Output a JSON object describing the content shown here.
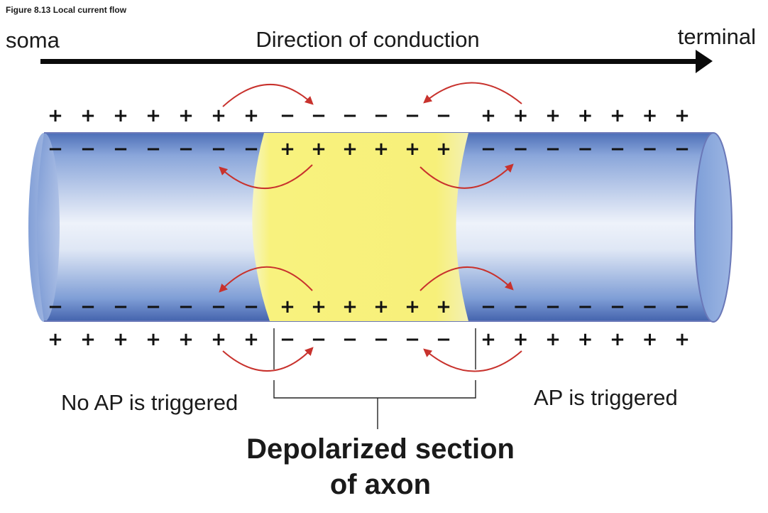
{
  "figure_title": "Figure 8.13 Local current flow",
  "labels": {
    "soma": "soma",
    "direction": "Direction of conduction",
    "terminal": "terminal",
    "no_ap": "No AP is triggered",
    "ap": "AP is triggered",
    "depolarized_line1": "Depolarized section",
    "depolarized_line2": "of axon"
  },
  "membrane_charges": {
    "top_outer": {
      "left": [
        "+",
        "+",
        "+",
        "+",
        "+",
        "+",
        "+"
      ],
      "middle": [
        "−",
        "−",
        "−",
        "−",
        "−",
        "−"
      ],
      "right": [
        "+",
        "+",
        "+",
        "+",
        "+",
        "+",
        "+"
      ]
    },
    "top_inner": {
      "left": [
        "−",
        "−",
        "−",
        "−",
        "−",
        "−",
        "−"
      ],
      "middle": [
        "+",
        "+",
        "+",
        "+",
        "+",
        "+"
      ],
      "right": [
        "−",
        "−",
        "−",
        "−",
        "−",
        "−",
        "−"
      ]
    },
    "bottom_inner": {
      "left": [
        "−",
        "−",
        "−",
        "−",
        "−",
        "−",
        "−"
      ],
      "middle": [
        "+",
        "+",
        "+",
        "+",
        "+",
        "+"
      ],
      "right": [
        "−",
        "−",
        "−",
        "−",
        "−",
        "−",
        "−"
      ]
    },
    "bottom_outer": {
      "left": [
        "+",
        "+",
        "+",
        "+",
        "+",
        "+",
        "+"
      ],
      "middle": [
        "−",
        "−",
        "−",
        "−",
        "−",
        "−"
      ],
      "right": [
        "+",
        "+",
        "+",
        "+",
        "+",
        "+",
        "+"
      ]
    }
  },
  "colors": {
    "axon_blue": "#7f9ed6",
    "axon_highlight": "#e4ebf7",
    "depolarized_yellow": "#f7f07a",
    "current_arrow": "#c8322d",
    "text": "#1a1a1a"
  }
}
